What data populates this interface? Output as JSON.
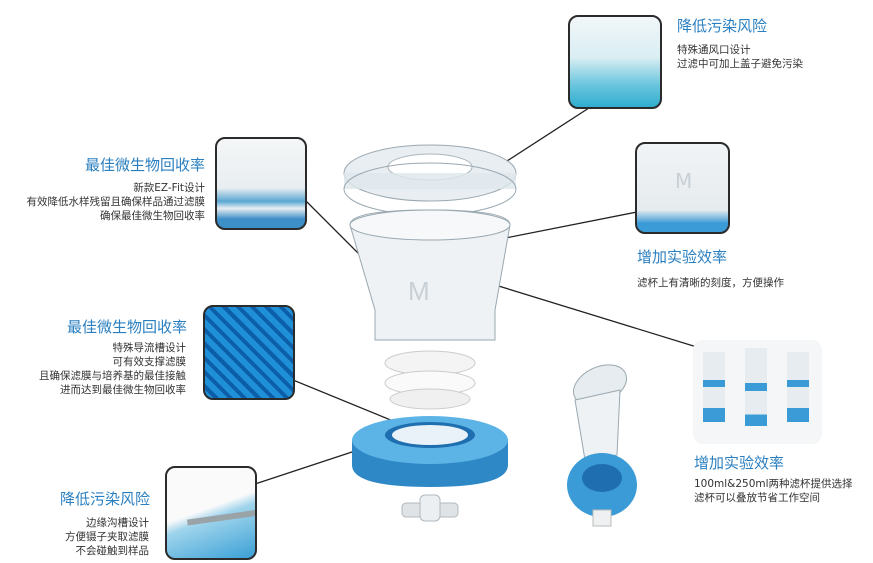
{
  "callouts": [
    {
      "title": "降低污染风险",
      "lines": [
        "特殊通风口设计",
        "过滤中可加上盖子避免污染"
      ]
    },
    {
      "title": "最佳微生物回收率",
      "lines": [
        "新款EZ-Fit设计",
        "有效降低水样残留且确保样品通过滤膜",
        "确保最佳微生物回收率"
      ]
    },
    {
      "title": "增加实验效率",
      "lines": [
        "滤杯上有清晰的刻度，方便操作"
      ]
    },
    {
      "title": "最佳微生物回收率",
      "lines": [
        "特殊导流槽设计",
        "可有效支撑滤膜",
        "且确保滤膜与培养基的最佳接触",
        "进而达到最佳微生物回收率"
      ]
    },
    {
      "title": "增加实验效率",
      "lines": [
        "100ml&250ml两种滤杯提供选择",
        "滤杯可以叠放节省工作空间"
      ]
    },
    {
      "title": "降低污染风险",
      "lines": [
        "边缘沟槽设计",
        "方便镊子夹取滤膜",
        "不会碰触到样品"
      ]
    }
  ],
  "colors": {
    "accent": "#2a7fc0",
    "base_blue": "#3b9bd6"
  },
  "logo_letter": "M"
}
